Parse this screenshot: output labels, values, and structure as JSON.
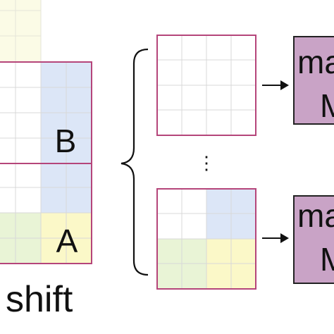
{
  "labels": {
    "block_b": "B",
    "block_a": "A",
    "shift": "shift",
    "ellipsis": "⋮",
    "module_top_line1": "ma",
    "module_top_line2": "M",
    "module_bottom_line1": "ma",
    "module_bottom_line2": "M"
  },
  "colors": {
    "border": "#b5457a",
    "grid": "#d8d8d8",
    "blue": "#dce6f7",
    "yellow": "#fbf8c8",
    "green": "#e9f4d6",
    "faint_yellow": "#fbfbe6",
    "module_fill": "#c9a3c6",
    "module_border": "#222222",
    "arrow": "#111111",
    "bracket": "#111111"
  }
}
